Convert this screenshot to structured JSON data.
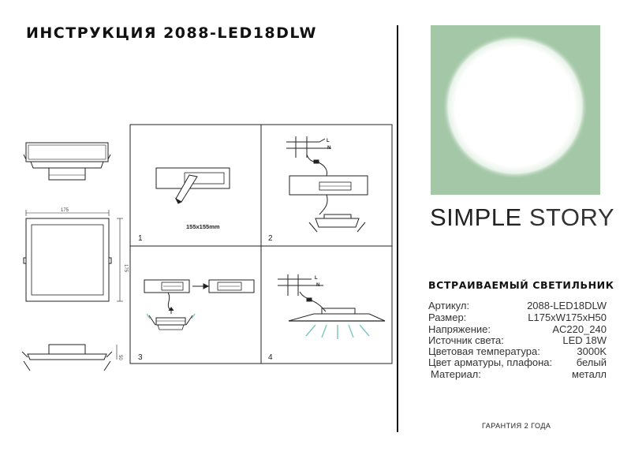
{
  "header": {
    "title": "ИНСТРУКЦИЯ 2088-LED18DLW"
  },
  "brand": {
    "word1": "SIMPLE",
    "word2": "STORY"
  },
  "product": {
    "name": "ВСТРАИВАЕМЫЙ СВЕТИЛЬНИК"
  },
  "specs": [
    {
      "label": "Артикул:",
      "value": "2088-LED18DLW"
    },
    {
      "label": "Размер:",
      "value": "L175xW175xH50"
    },
    {
      "label": "Напряжение:",
      "value": "AC220_240"
    },
    {
      "label": "Источник света:",
      "value": "LED 18W"
    },
    {
      "label": "Цветовая температура:",
      "value": "3000K"
    },
    {
      "label": "Цвет арматуры, плафона:",
      "value": "белый"
    },
    {
      "label": "Материал:",
      "value": "металл"
    }
  ],
  "drawing": {
    "dim_width": "175",
    "dim_depth": "175",
    "dim_height": "50",
    "cutout": "155x155mm",
    "wire_l": "L",
    "wire_n": "N"
  },
  "steps": [
    "1",
    "2",
    "3",
    "4"
  ],
  "footer": {
    "warranty": "ГАРАНТИЯ 2 ГОДА"
  },
  "colors": {
    "hero_bg": "#a4c8a7",
    "accent_teal": "#7fc9c4"
  }
}
